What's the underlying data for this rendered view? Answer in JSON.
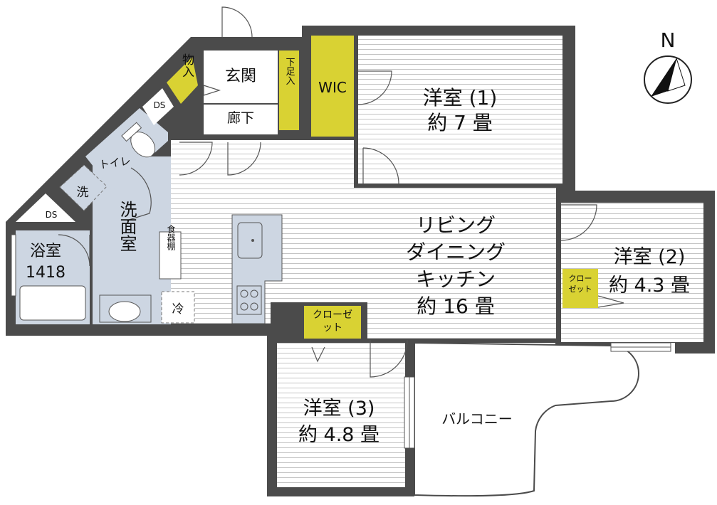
{
  "compass": {
    "north_label": "N"
  },
  "colors": {
    "wall": "#4b4b4b",
    "storage_yellow": "#d9d233",
    "wet_area_blue": "#cdd6e2",
    "floor_line": "#bdbdbd",
    "floor_bg": "#ffffff"
  },
  "rooms": {
    "western1": {
      "name": "洋室 (1)",
      "size": "約 7 畳"
    },
    "western2": {
      "name": "洋室 (2)",
      "size": "約 4.3 畳"
    },
    "western3": {
      "name": "洋室 (3)",
      "size": "約 4.8 畳"
    },
    "ldk": {
      "line1": "リビング",
      "line2": "ダイニング",
      "line3": "キッチン",
      "size": "約 16 畳"
    },
    "entrance": "玄関",
    "hallway": "廊下",
    "shoe_storage": "下足入",
    "storage": "物入",
    "wic": "WIC",
    "toilet": "トイレ",
    "washroom": "洗面室",
    "washer": "洗",
    "bath": {
      "name": "浴室",
      "size": "1418"
    },
    "ds_upper": "DS",
    "ds_lower": "DS",
    "dish_shelf": "食器棚",
    "fridge": "冷",
    "closet_ldk": "クローゼット",
    "closet_w2": "クローゼット",
    "balcony": "バルコニー"
  }
}
